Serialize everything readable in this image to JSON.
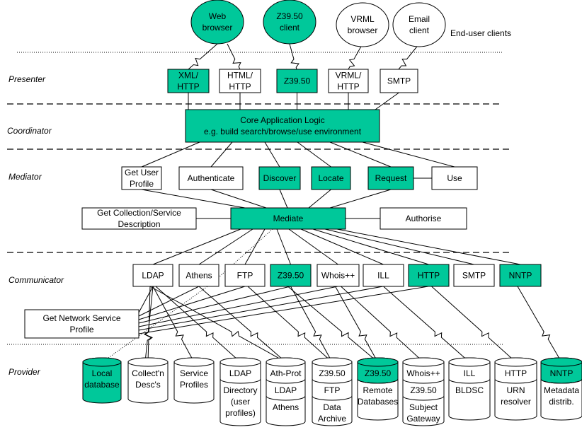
{
  "layers": {
    "presenter": "Presenter",
    "coordinator": "Coordinator",
    "mediator": "Mediator",
    "communicator": "Communicator",
    "provider": "Provider"
  },
  "end_user_label": "End-user clients",
  "clients": [
    {
      "line1": "Web",
      "line2": "browser",
      "highlight": true
    },
    {
      "line1": "Z39.50",
      "line2": "client",
      "highlight": true
    },
    {
      "line1": "VRML",
      "line2": "browser",
      "highlight": false
    },
    {
      "line1": "Email",
      "line2": "client",
      "highlight": false
    }
  ],
  "presenters": [
    {
      "line1": "XML/",
      "line2": "HTTP",
      "highlight": true
    },
    {
      "line1": "HTML/",
      "line2": "HTTP",
      "highlight": false
    },
    {
      "line1": "Z39.50",
      "line2": "",
      "highlight": true
    },
    {
      "line1": "VRML/",
      "line2": "HTTP",
      "highlight": false
    },
    {
      "line1": "SMTP",
      "line2": "",
      "highlight": false
    }
  ],
  "core": {
    "line1": "Core Application Logic",
    "line2": "e.g. build search/browse/use environment"
  },
  "mediator_services": [
    {
      "line1": "Get User",
      "line2": "Profile",
      "highlight": false
    },
    {
      "line1": "Authenticate",
      "line2": "",
      "highlight": false
    },
    {
      "line1": "Discover",
      "line2": "",
      "highlight": true
    },
    {
      "line1": "Locate",
      "line2": "",
      "highlight": true
    },
    {
      "line1": "Request",
      "line2": "",
      "highlight": true
    },
    {
      "line1": "Use",
      "line2": "",
      "highlight": false
    }
  ],
  "collection_desc": {
    "line1": "Get Collection/Service",
    "line2": "Description"
  },
  "mediate": "Mediate",
  "authorise": "Authorise",
  "protocols": [
    {
      "label": "LDAP",
      "highlight": false
    },
    {
      "label": "Athens",
      "highlight": false
    },
    {
      "label": "FTP",
      "highlight": false
    },
    {
      "label": "Z39.50",
      "highlight": true
    },
    {
      "label": "Whois++",
      "highlight": false
    },
    {
      "label": "ILL",
      "highlight": false
    },
    {
      "label": "HTTP",
      "highlight": true
    },
    {
      "label": "SMTP",
      "highlight": false
    },
    {
      "label": "NNTP",
      "highlight": true
    }
  ],
  "network_profile": {
    "line1": "Get Network Service",
    "line2": "Profile"
  },
  "providers": [
    {
      "top": "",
      "lines": [
        "Local",
        "database"
      ],
      "highlight": true
    },
    {
      "top": "",
      "lines": [
        "Collect'n",
        "Desc's"
      ],
      "highlight": false
    },
    {
      "top": "",
      "lines": [
        "Service",
        "Profiles"
      ],
      "highlight": false
    },
    {
      "top": "LDAP",
      "lines": [
        "Directory",
        "(user",
        "profiles)"
      ],
      "highlight": false
    },
    {
      "top": "Ath-Prot",
      "mid": "LDAP",
      "lines": [
        "Athens"
      ],
      "highlight": false
    },
    {
      "top": "Z39.50",
      "mid": "FTP",
      "lines": [
        "Data",
        "Archive"
      ],
      "highlight": false
    },
    {
      "top": "Z39.50",
      "lines": [
        "Remote",
        "Databases"
      ],
      "highlight": true
    },
    {
      "top": "Whois++",
      "mid": "Z39.50",
      "lines": [
        "Subject",
        "Gateway"
      ],
      "highlight": false
    },
    {
      "top": "ILL",
      "lines": [
        "BLDSC"
      ],
      "highlight": false
    },
    {
      "top": "HTTP",
      "lines": [
        "URN",
        "resolver"
      ],
      "highlight": false
    },
    {
      "top": "NNTP",
      "lines": [
        "Metadata",
        "distrib."
      ],
      "highlight": true
    }
  ]
}
